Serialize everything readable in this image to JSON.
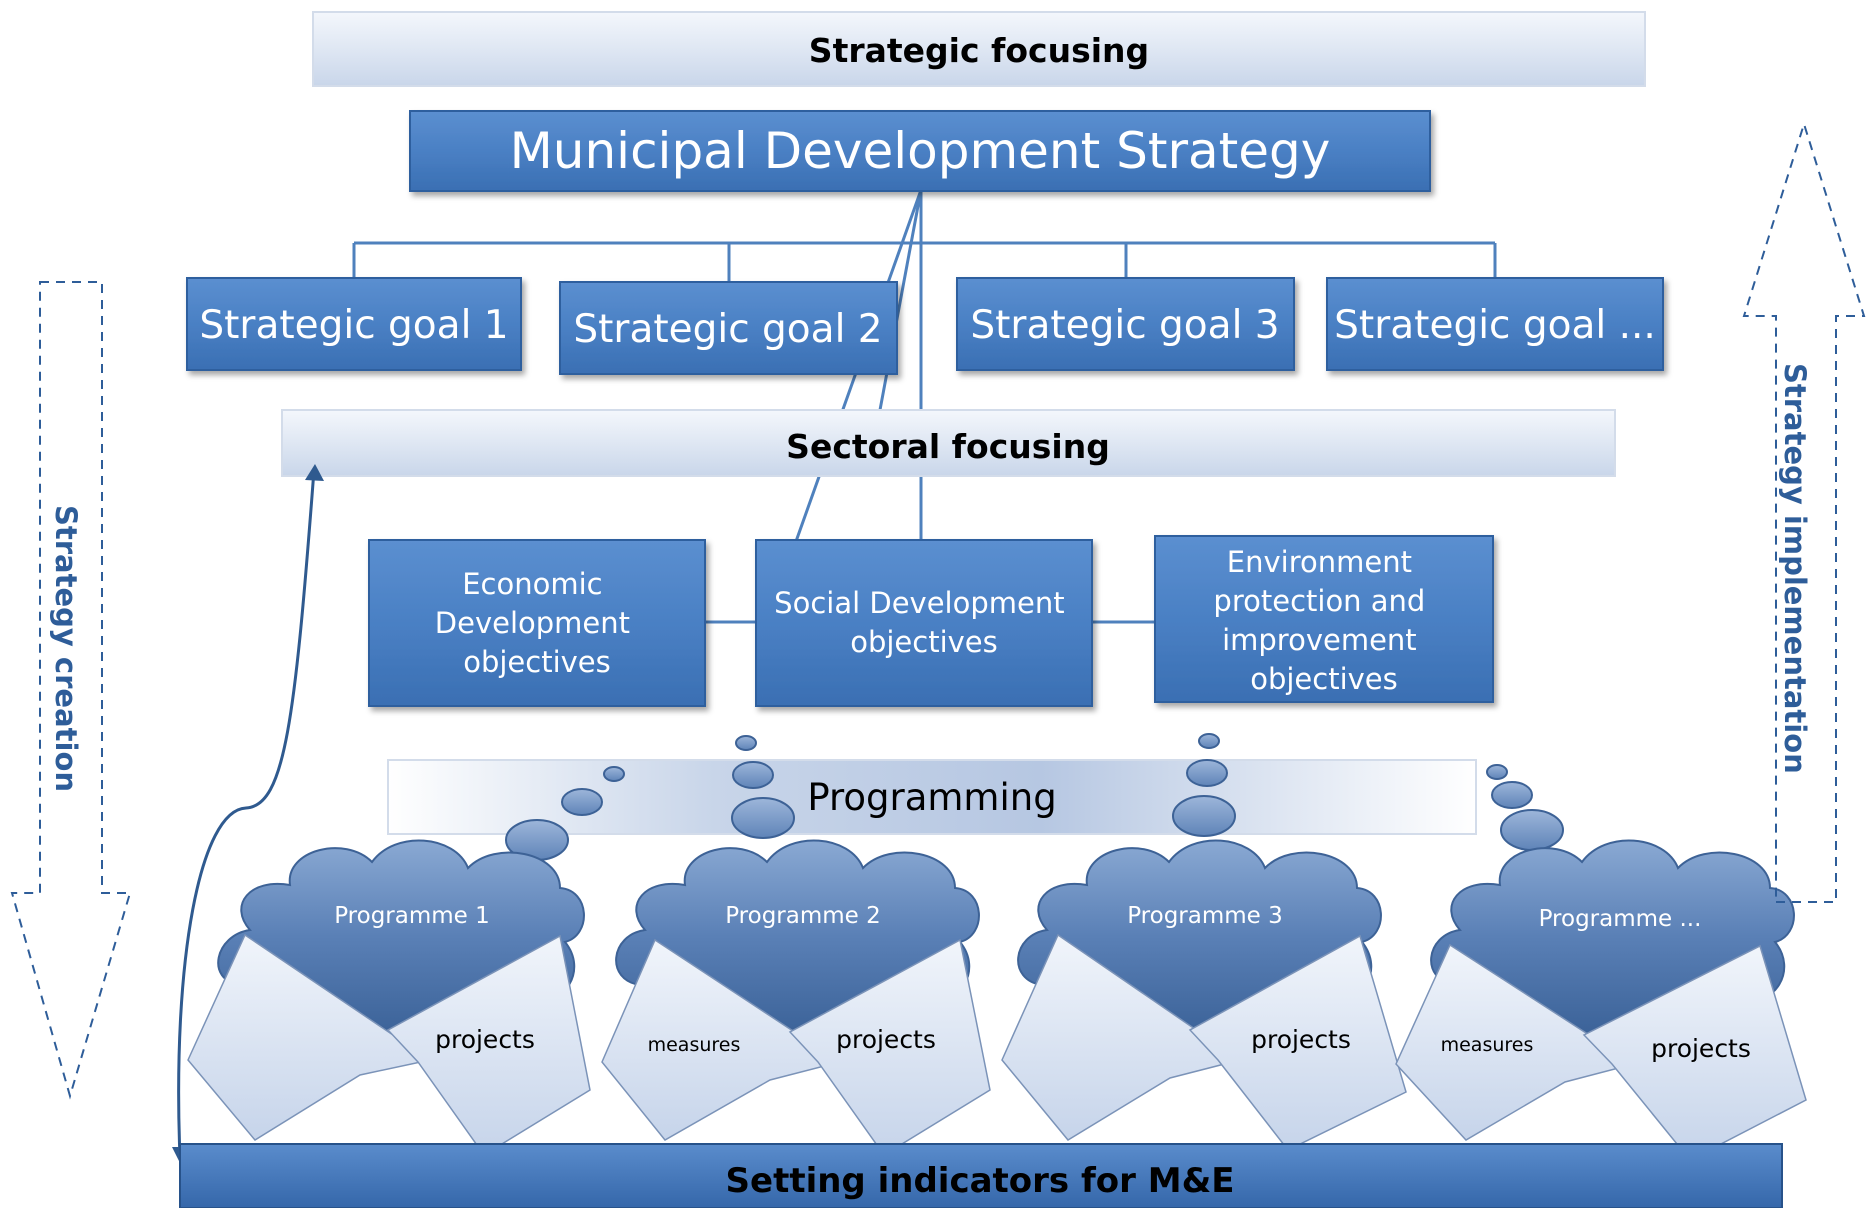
{
  "header": {
    "strategic_focusing": "Strategic focusing"
  },
  "top_box": {
    "label": "Municipal Development Strategy"
  },
  "goals": [
    {
      "label": "Strategic goal 1"
    },
    {
      "label": "Strategic goal 2"
    },
    {
      "label": "Strategic goal 3"
    },
    {
      "label": "Strategic goal ..."
    }
  ],
  "sectoral": {
    "label": "Sectoral focusing"
  },
  "objectives": [
    {
      "lines": [
        "Economic",
        "Development",
        "objectives"
      ]
    },
    {
      "lines": [
        "Social Development",
        "objectives"
      ]
    },
    {
      "lines": [
        "Environment",
        "protection and",
        "improvement",
        "objectives"
      ]
    }
  ],
  "programming": {
    "label": "Programming"
  },
  "programmes": [
    {
      "label": "Programme 1",
      "measures": "",
      "projects": "projects"
    },
    {
      "label": "Programme 2",
      "measures": "measures",
      "projects": "projects"
    },
    {
      "label": "Programme 3",
      "measures": "",
      "projects": "projects"
    },
    {
      "label": "Programme ...",
      "measures": "measures",
      "projects": "projects"
    }
  ],
  "footer": {
    "label": "Setting indicators for M&E"
  },
  "side_arrows": {
    "left": "Strategy creation",
    "right": "Strategy implementation"
  },
  "colors": {
    "box_blue": "#4f81bd",
    "box_light": "#dbe5f1",
    "dark_blue": "#1f3864",
    "arrow_text": "#2e5d99"
  }
}
